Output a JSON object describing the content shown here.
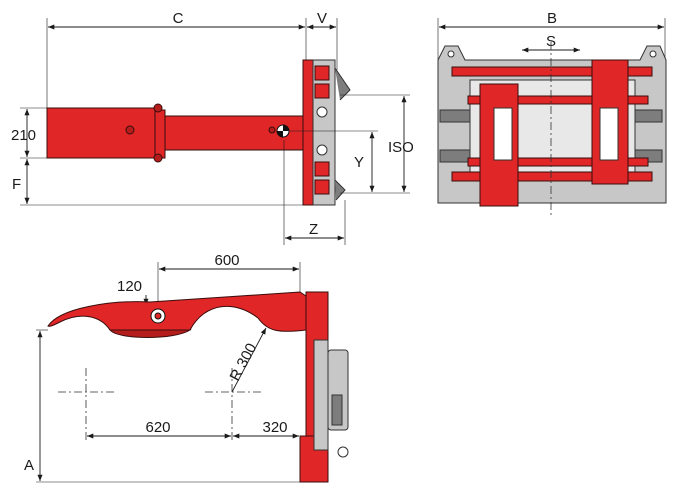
{
  "labels": {
    "c": "C",
    "v": "V",
    "b": "B",
    "s": "S",
    "iso": "ISO",
    "y": "Y",
    "f": "F",
    "dim210": "210",
    "z": "Z",
    "dim600": "600",
    "dim120": "120",
    "r300": "R 300",
    "dim620": "620",
    "dim320": "320",
    "a": "A"
  },
  "colors": {
    "arm_red": "#e02626",
    "frame_grey": "#c7c7c7",
    "dark_grey": "#7d7d7d"
  }
}
